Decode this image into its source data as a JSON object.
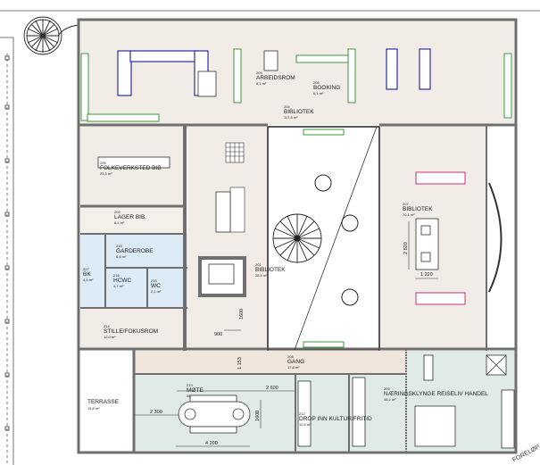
{
  "colors": {
    "wall": "#7d7d7d",
    "floor_beige": "#f1ece6",
    "floor_blue": "#dcebf6",
    "floor_teal": "#e0ebe7",
    "shelf_blue": "#2c2fa8",
    "shelf_green": "#3c9a3c",
    "shelf_pink": "#c8307a"
  },
  "rooms": [
    {
      "id": "r203",
      "number": "203",
      "name": "ARBEIDSROM",
      "area": "8,1 m²"
    },
    {
      "id": "r206",
      "number": "206",
      "name": "BOOKING",
      "area": "6,1 m²"
    },
    {
      "id": "r204",
      "number": "204",
      "name": "BIBLIOTEK",
      "area": "117,8 m²"
    },
    {
      "id": "r205",
      "number": "205",
      "name": "FOLKEVERKSTED BIB",
      "area": "25,3 m²"
    },
    {
      "id": "r202",
      "number": "202",
      "name": "LAGER BIB.",
      "area": "8,4 m²"
    },
    {
      "id": "r218",
      "number": "218",
      "name": "GARDEROBE",
      "area": "6,8 m²"
    },
    {
      "id": "r217",
      "number": "217",
      "name": "BK",
      "area": "4,4 m²"
    },
    {
      "id": "r216",
      "number": "216",
      "name": "HCWC",
      "area": "4,7 m²"
    },
    {
      "id": "r215",
      "number": "215",
      "name": "WC",
      "area": "2,1 m²"
    },
    {
      "id": "r214",
      "number": "214",
      "name": "STILLE/FOKUSROM",
      "area": "12,0 m²"
    },
    {
      "id": "r201",
      "number": "201",
      "name": "BIBLIOTEK",
      "area": "28,5 m²"
    },
    {
      "id": "r207",
      "number": "207",
      "name": "BIBLIOTEK",
      "area": "70,1 m²"
    },
    {
      "id": "r208",
      "number": "208",
      "name": "GANG",
      "area": "17,8 m²"
    },
    {
      "id": "r213",
      "number": "213",
      "name": "MØTE",
      "area": "38,"
    },
    {
      "id": "terrasse",
      "number": "",
      "name": "TERRASSE",
      "area": "15,8 m²"
    },
    {
      "id": "r212",
      "number": "212",
      "name": "DROP INN KULTUR/FRITID",
      "area": "12,6 m²"
    },
    {
      "id": "r209",
      "number": "209",
      "name": "NÆRINGSKLYNGE REISELIV HANDEL",
      "area": "46,2 m²"
    }
  ],
  "dimensions": {
    "d900": "900",
    "d1600a": "1600",
    "d1153": "1 153",
    "d2600": "2 600",
    "d2300": "2 300",
    "d1600b": "1600",
    "d4200": "4 200",
    "d2820": "2 820",
    "d1220": "1 220"
  },
  "stamp": "FORELØP"
}
